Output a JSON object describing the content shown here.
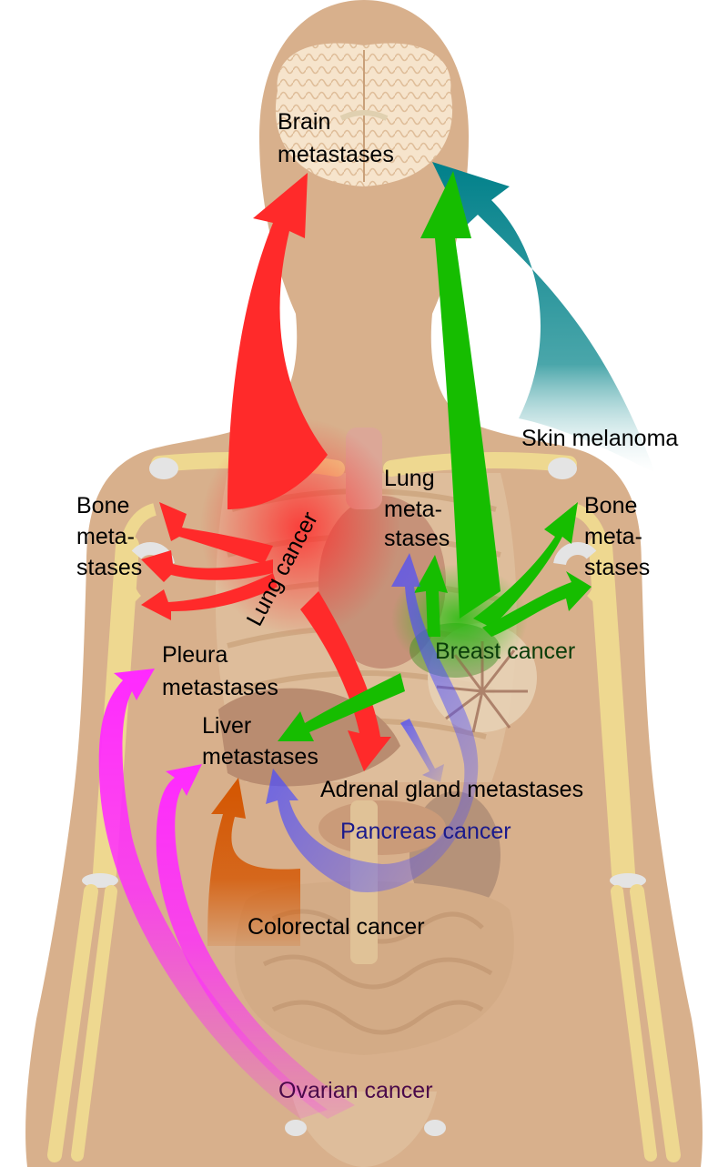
{
  "labels": {
    "brain": [
      "Brain",
      "metastases"
    ],
    "skin": "Skin melanoma",
    "lung_meta": [
      "Lung",
      "meta-",
      "stases"
    ],
    "bone_left": [
      "Bone",
      "meta-",
      "stases"
    ],
    "bone_right": [
      "Bone",
      "meta-",
      "stases"
    ],
    "lung_cancer": "Lung cancer",
    "breast": "Breast cancer",
    "pleura": [
      "Pleura",
      "metastases"
    ],
    "liver": [
      "Liver",
      "metastases"
    ],
    "adrenal": "Adrenal gland metastases",
    "pancreas": "Pancreas cancer",
    "colorectal": "Colorectal cancer",
    "ovarian": "Ovarian cancer"
  },
  "colors": {
    "body": "#d8b08c",
    "bone": "#eed890",
    "organ": "#c89070",
    "brain": "#f6e4cc",
    "lung_cancer_arrow": "#ff2a2a",
    "breast_cancer_arrow": "#16bd00",
    "skin_arrow": "#00808a",
    "pancreas_arrow": "#4a4cff",
    "colorectal_arrow": "#d45500",
    "ovarian_arrow": "#ff2aff",
    "pancreas_text": "#1a1a8c",
    "breast_text": "#0a3d0a",
    "ovarian_text": "#4a0a4a",
    "dark_text": "#000000"
  }
}
